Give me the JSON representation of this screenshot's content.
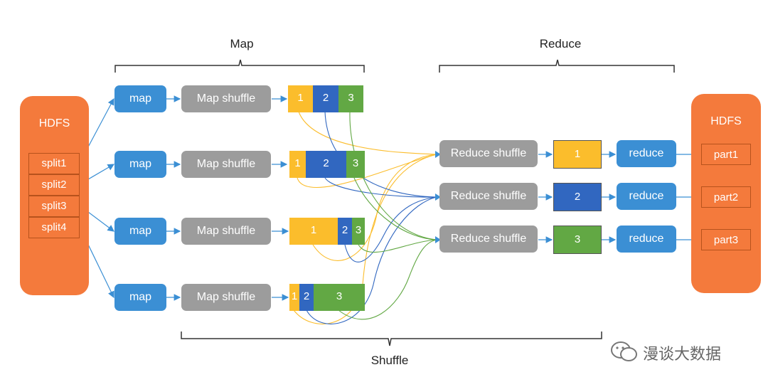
{
  "sections": {
    "map": "Map",
    "reduce": "Reduce",
    "shuffle": "Shuffle"
  },
  "hdfs_left": {
    "title": "HDFS",
    "splits": [
      "split1",
      "split2",
      "split3",
      "split4"
    ]
  },
  "hdfs_right": {
    "title": "HDFS",
    "parts": [
      "part1",
      "part2",
      "part3"
    ]
  },
  "map_label": "map",
  "map_shuffle_label": "Map shuffle",
  "partition_labels": [
    "1",
    "2",
    "3"
  ],
  "reduce_shuffle_label": "Reduce shuffle",
  "reduce_label": "reduce",
  "watermark": "漫谈大数据",
  "colors": {
    "hdfs": "#f47a3c",
    "map": "#3b8fd4",
    "shuffle": "#9c9c9c",
    "p1": "#fbbd2c",
    "p2": "#3167c0",
    "p3": "#62a844"
  }
}
